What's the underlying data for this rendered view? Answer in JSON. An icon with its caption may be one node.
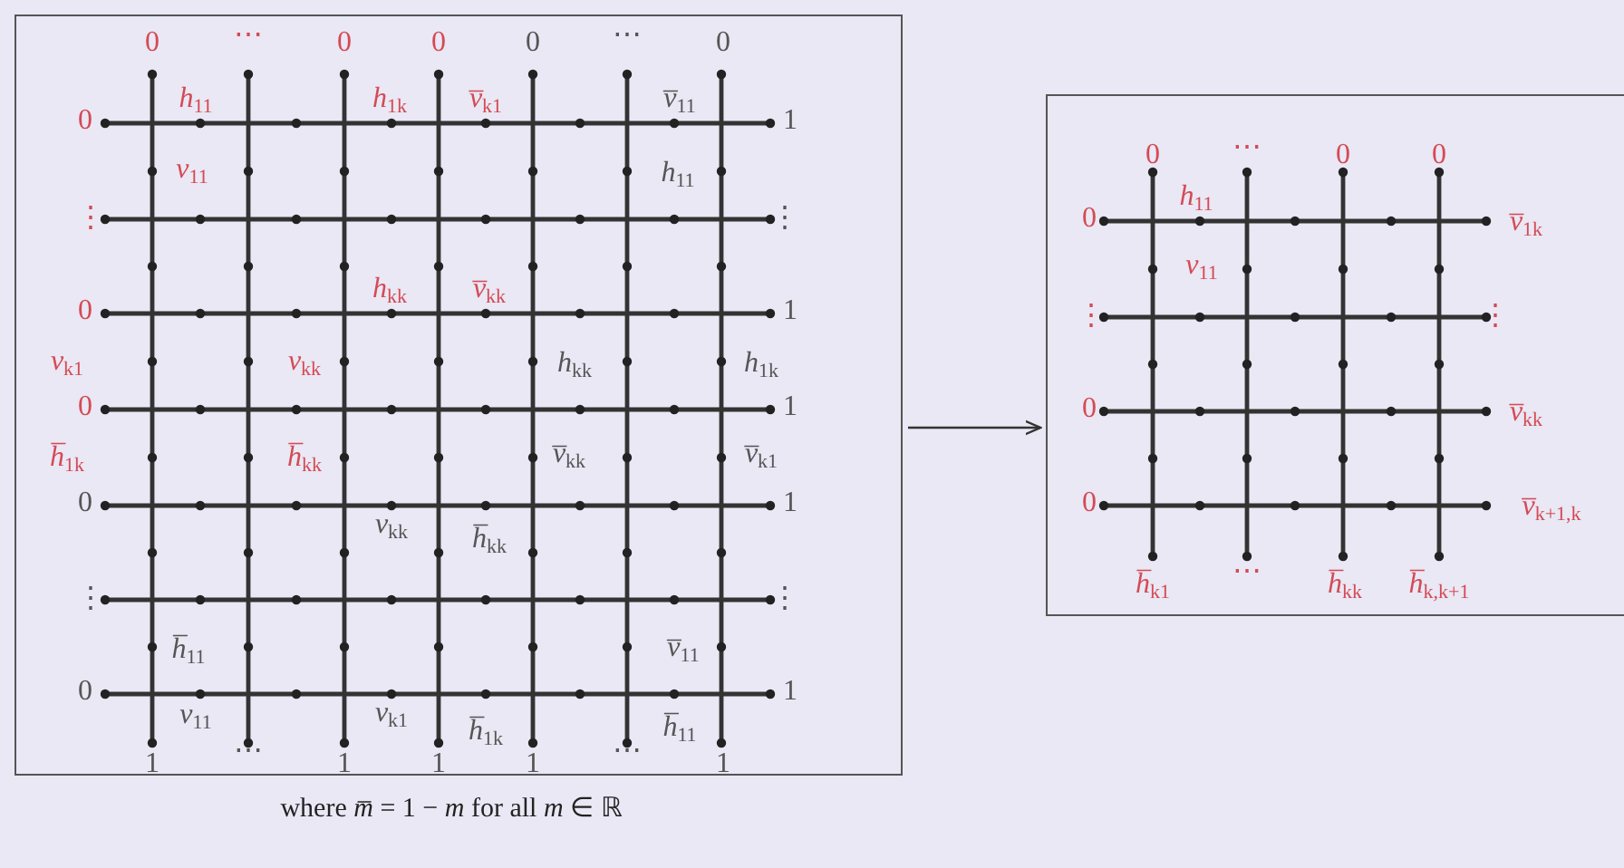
{
  "diagram": {
    "caption": "where *m̅* = 1 − *m* for all *m* ∈ ℝ",
    "nodes": [
      {
        "text": [],
        "shape": "box"
      },
      {
        "text": [],
        "shape": "box"
      }
    ],
    "edges": [
      {
        "from": 0,
        "to": 1,
        "arrow": "to"
      }
    ],
    "labels": [
      "0",
      "⋯",
      "0",
      "0",
      "0",
      "⋯",
      "0",
      "*h*$_{11}$",
      "*h*$_{1k}$",
      "*v̅*$_{k1}$",
      "*v̅*$_{11}$",
      "0",
      "1",
      "*v*$_{11}$",
      "*h*$_{11}$",
      "⋮",
      "⋮",
      "*h*$_{kk}$",
      "*v̅*$_{kk}$",
      "0",
      "1",
      "*v*$_{k1}$",
      "*v*$_{kk}$",
      "*h*$_{kk}$",
      "*h*$_{1k}$",
      "0",
      "1",
      "*h̅*$_{1k}$",
      "*h̅*$_{kk}$",
      "*v̅*$_{kk}$",
      "*v̅*$_{k1}$",
      "0",
      "1",
      "*v*$_{kk}$",
      "*h̅*$_{kk}$",
      "⋮",
      "⋮",
      "*h̅*$_{11}$",
      "*v̅*$_{11}$",
      "0",
      "1",
      "*v*$_{11}$",
      "*v*$_{k1}$",
      "*h̅*$_{1k}$",
      "*h̅*$_{11}$",
      "1",
      "⋯",
      "1",
      "1",
      "1",
      "⋯",
      "1",
      "0",
      "⋯",
      "0",
      "0",
      "*h*$_{11}$",
      "0",
      "*v̅*$_{1k}$",
      "*v*$_{11}$",
      "⋮",
      "⋮",
      "0",
      "*v̅*$_{kk}$",
      "0",
      "*v̅*$_{k+1,k}$",
      "*h̅*$_{k1}$",
      "⋯",
      "*h̅*$_{kk}$",
      "*h̅*$_{k,k+1}$"
    ]
  }
}
